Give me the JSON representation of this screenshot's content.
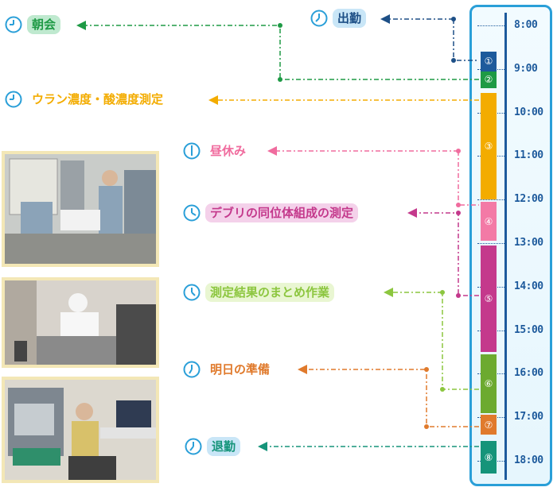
{
  "events": [
    {
      "label": "朝会",
      "color": "#1e9a45",
      "bg": "#bfe9cf",
      "number": "②"
    },
    {
      "label": "出勤",
      "color": "#1d4f86",
      "bg": "#c9e6f7",
      "number": "①"
    },
    {
      "label": "ウラン濃度・酸濃度測定",
      "color": "#f3ac00",
      "bg": "#ffffff",
      "number": "③"
    },
    {
      "label": "昼休み",
      "color": "#f06c9e",
      "bg": "#ffffff",
      "number": "④"
    },
    {
      "label": "デブリの同位体組成の測定",
      "color": "#c4398c",
      "bg": "#f4d1ea",
      "number": "⑤"
    },
    {
      "label": "測定結果のまとめ作業",
      "color": "#8cc63f",
      "bg": "#e9f6d2",
      "number": "⑥"
    },
    {
      "label": "明日の準備",
      "color": "#e07a2c",
      "bg": "#ffffff",
      "number": "⑦"
    },
    {
      "label": "退勤",
      "color": "#15947a",
      "bg": "#c9e6f7",
      "number": "⑧"
    }
  ],
  "timeline": {
    "hours": [
      "8:00",
      "9:00",
      "10:00",
      "11:00",
      "12:00",
      "13:00",
      "14:00",
      "15:00",
      "16:00",
      "17:00",
      "18:00"
    ]
  },
  "segments": [
    {
      "number": "①",
      "start": 8.6,
      "end": 9.05,
      "color": "#1d5a9c"
    },
    {
      "number": "②",
      "start": 9.05,
      "end": 9.45,
      "color": "#1e9a45"
    },
    {
      "number": "③",
      "start": 9.55,
      "end": 12.0,
      "color": "#f3ac00"
    },
    {
      "number": "④",
      "start": 12.05,
      "end": 12.95,
      "color": "#f37aa6"
    },
    {
      "number": "⑤",
      "start": 13.05,
      "end": 15.5,
      "color": "#c4398c"
    },
    {
      "number": "⑥",
      "start": 15.55,
      "end": 16.9,
      "color": "#6caa2f"
    },
    {
      "number": "⑦",
      "start": 16.95,
      "end": 17.4,
      "color": "#e07a2c"
    },
    {
      "number": "⑧",
      "start": 17.55,
      "end": 18.3,
      "color": "#15947a"
    }
  ],
  "photos": [
    {
      "alt": "測定装置の前で説明する作業員"
    },
    {
      "alt": "防護服で作業する作業員"
    },
    {
      "alt": "パソコンで測定結果をまとめる作業員"
    }
  ]
}
